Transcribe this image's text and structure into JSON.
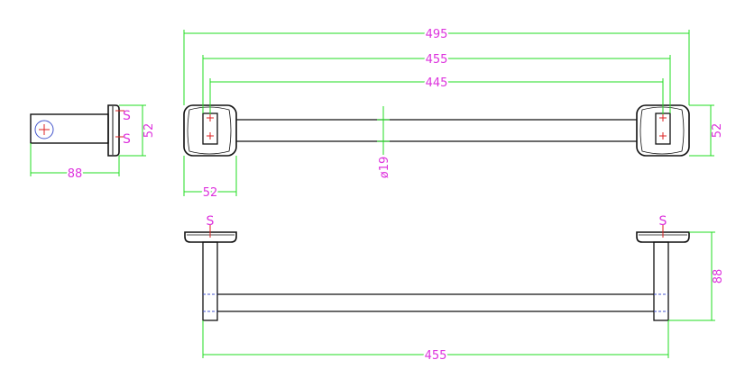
{
  "colors": {
    "dimension": "#22dd22",
    "text": "#dd33dd",
    "outline": "#111111",
    "center": "#dd2222",
    "hidden": "#4455cc"
  },
  "dimensions": {
    "overall_width": "495",
    "mount_centers": "455",
    "inner_span": "445",
    "bar_diameter": "ø19",
    "plate_width": "52",
    "plate_height_right": "52",
    "side_plate_height": "52",
    "side_depth": "88",
    "front_height": "88",
    "front_span": "455"
  },
  "labels": {
    "side_s_top": "S",
    "side_s_bottom": "S",
    "front_s_left": "S",
    "front_s_right": "S"
  }
}
